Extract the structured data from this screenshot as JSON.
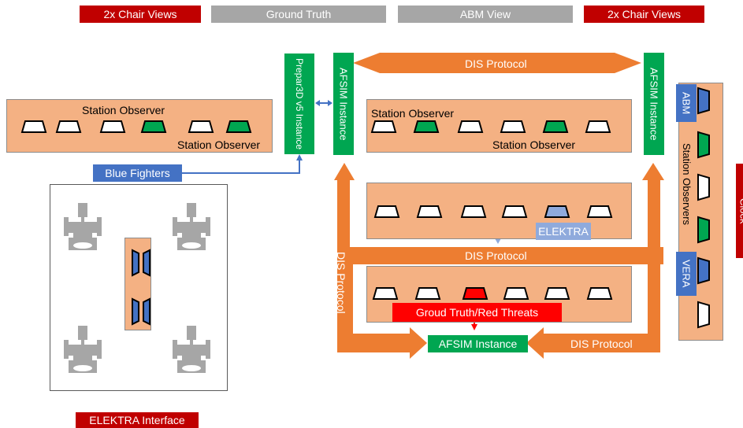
{
  "headers": [
    "2x Chair Views",
    "Ground Truth",
    "ABM View",
    "2x Chair Views"
  ],
  "labels": {
    "dis_protocol": "DIS Protocol",
    "station_observer": "Station Observer",
    "station_observers": "Station Observers",
    "prepar3d": "Prepar3D v5 Instance",
    "afsim": "AFSIM Instance",
    "blue_fighters": "Blue Fighters",
    "elektra": "ELEKTRA",
    "ground_truth_threats": "Groud Truth/Red Threats",
    "abm": "ABM",
    "vera": "VERA",
    "clock": "Clock",
    "elektra_interface": "ELEKTRA Interface"
  },
  "colors": {
    "accent_red": "#c00000",
    "header_gray": "#a6a6a6",
    "panel_orange": "#f4b183",
    "arrow_orange": "#ed7d31",
    "instance_green": "#00a651",
    "label_blue": "#4472c4"
  }
}
